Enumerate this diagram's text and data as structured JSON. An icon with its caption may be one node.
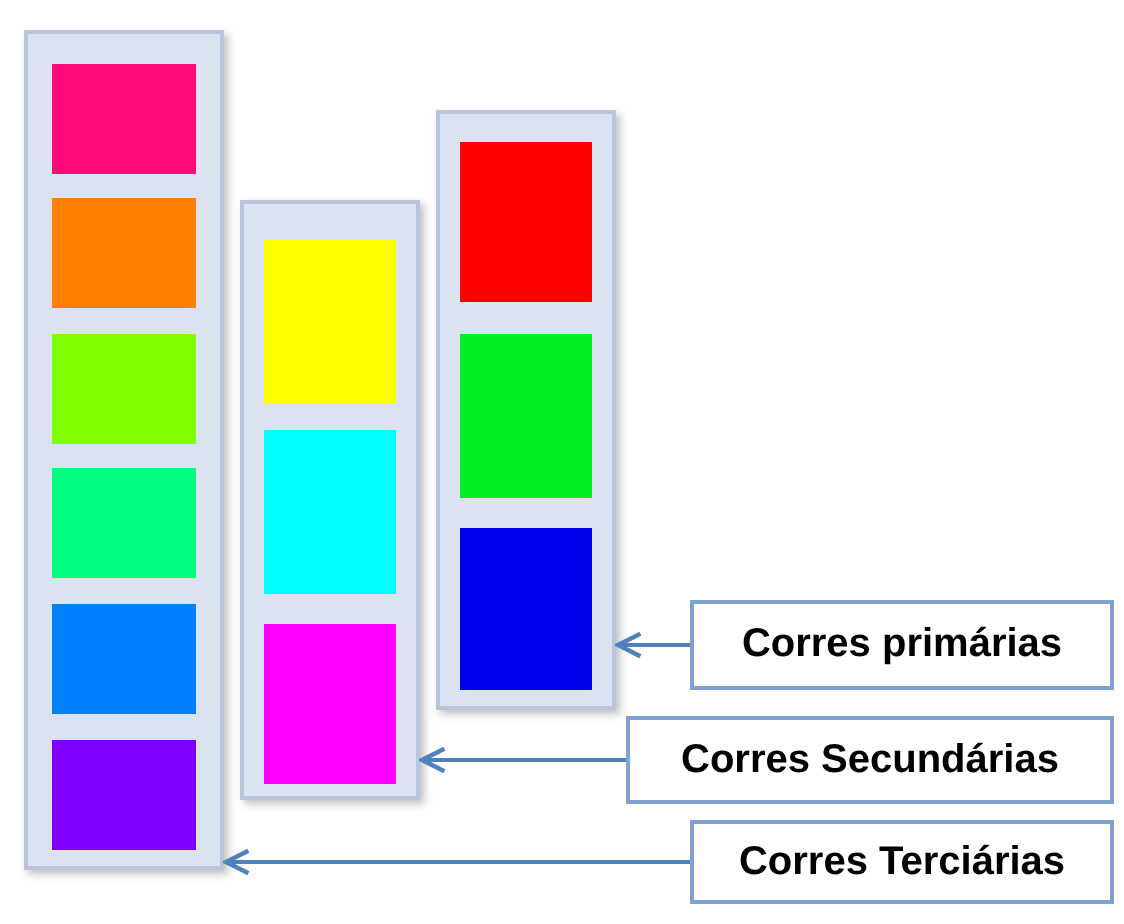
{
  "diagram": {
    "nodes": [
      {
        "text": [],
        "shape": "box"
      },
      {
        "text": [],
        "shape": "box"
      },
      {
        "text": [],
        "shape": "box"
      },
      {
        "text": [
          "Corres primárias"
        ]
      },
      {
        "text": [
          "Corres Secundárias"
        ]
      },
      {
        "text": [
          "Corres Terciárias"
        ]
      }
    ],
    "edges": [
      {
        "from": 3,
        "to": 2,
        "arrow": "to"
      },
      {
        "from": 4,
        "to": 1,
        "arrow": "to"
      },
      {
        "from": 5,
        "to": 0,
        "arrow": "to"
      }
    ]
  }
}
